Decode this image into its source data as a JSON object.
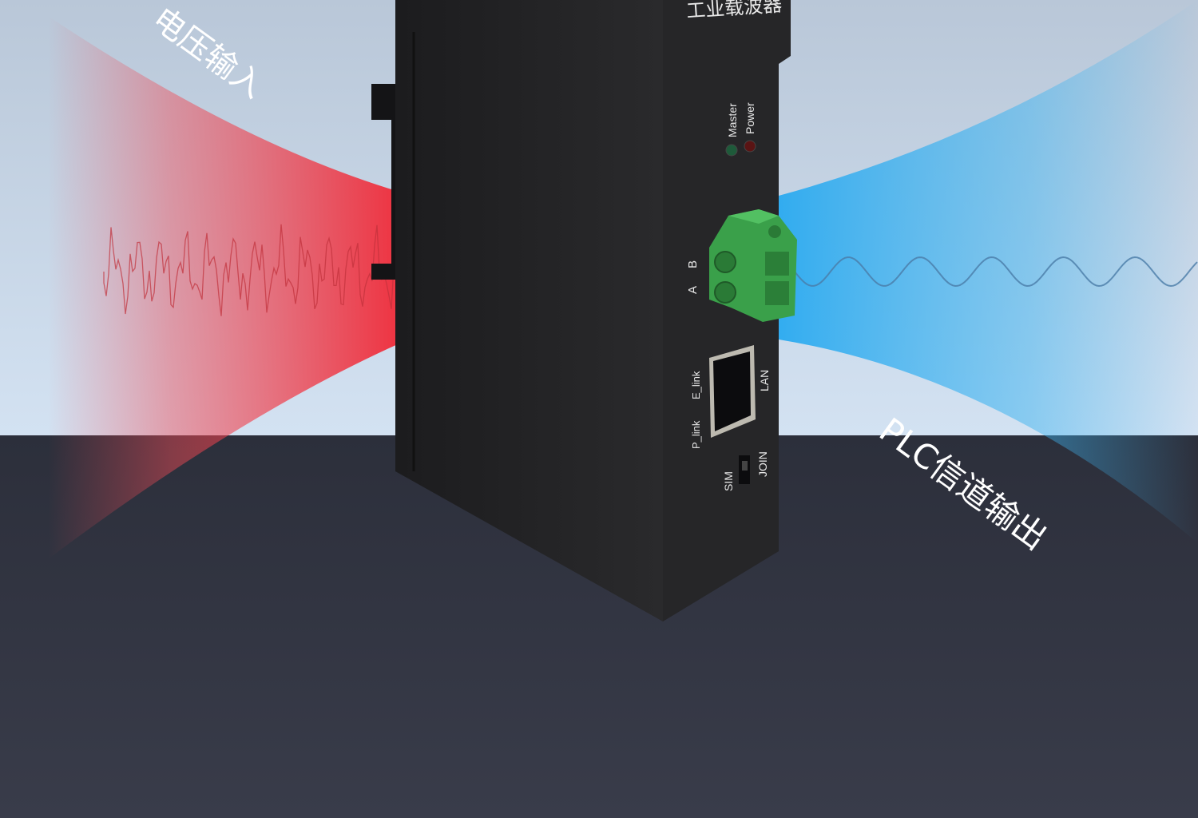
{
  "labels": {
    "voltage_input": "电压输入",
    "plc_output": "PLC信道输出"
  },
  "device": {
    "brand_text": "工业载波器",
    "led_master": "Master",
    "led_power": "Power",
    "terminal_a": "A",
    "terminal_b": "B",
    "e_link": "E_link",
    "p_link": "P_link",
    "lan": "LAN",
    "sim": "SIM",
    "join": "JOIN"
  },
  "colors": {
    "input_wave": "#f0404a",
    "output_wave": "#3fb4f0",
    "terminal": "#3aa04a",
    "led_master": "#1e5a3a",
    "led_power": "#5a1414"
  }
}
